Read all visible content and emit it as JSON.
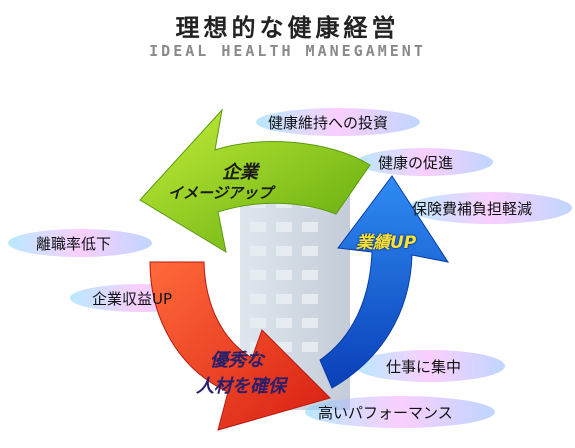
{
  "header": {
    "title": "理想的な健康経営",
    "subtitle": "IDEAL HEALTH MANEGAMENT"
  },
  "arrows": {
    "green": {
      "line1": "企業",
      "line2": "イメージアップ",
      "color": "#7ec61a"
    },
    "blue": {
      "label": "業績UP",
      "color": "#1a5fe0"
    },
    "red": {
      "line1": "優秀な",
      "line2": "人材を確保",
      "color": "#e8301c"
    }
  },
  "tags": {
    "investment": "健康維持への投資",
    "promotion": "健康の促進",
    "insurance": "保険費補負担軽減",
    "turnover": "離職率低下",
    "profit": "企業収益UP",
    "focus": "仕事に集中",
    "performance": "高いパフォーマンス"
  }
}
